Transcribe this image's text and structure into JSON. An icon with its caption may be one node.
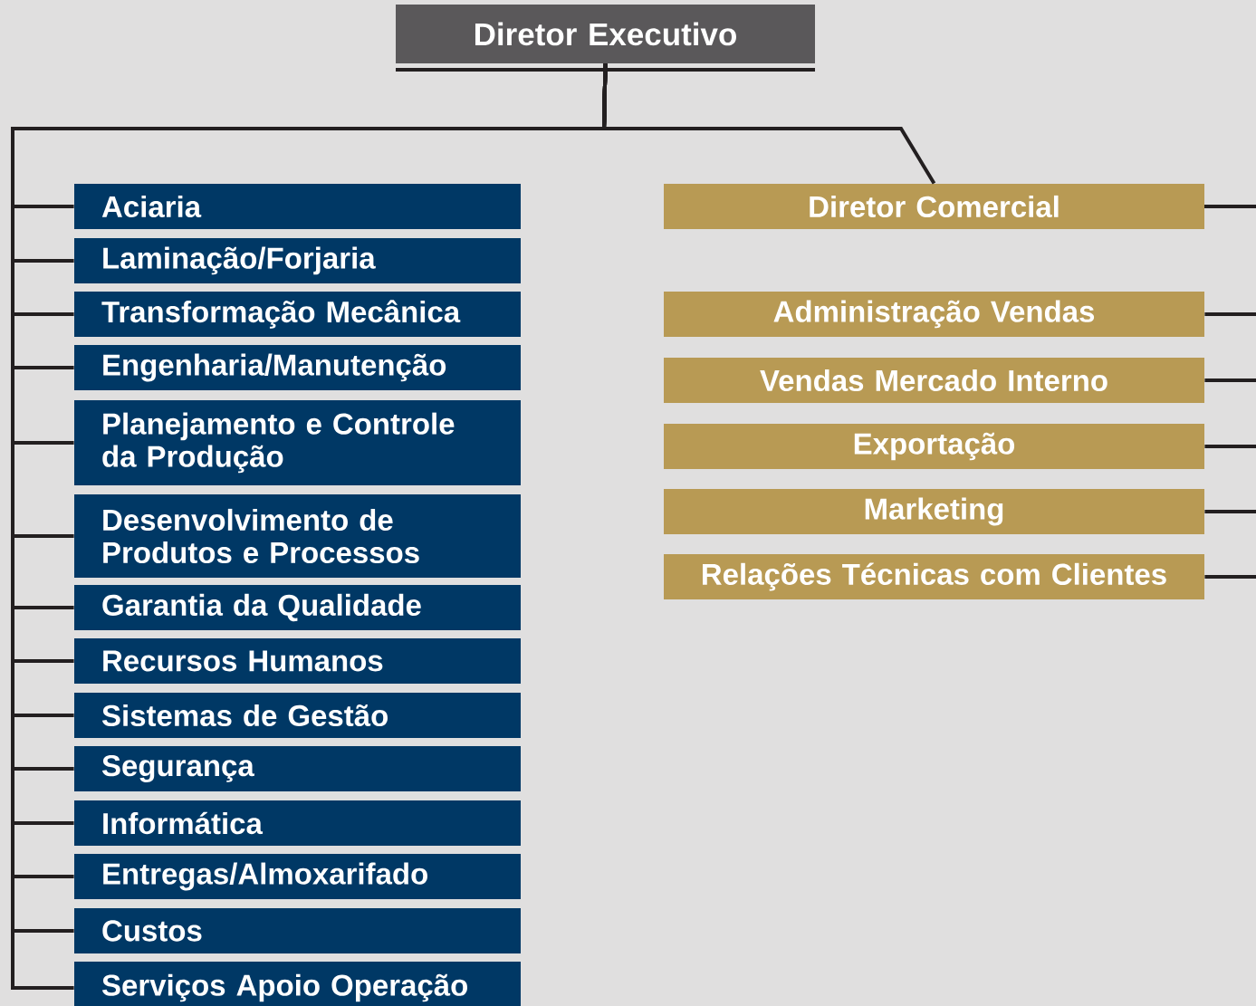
{
  "diagram": {
    "nodes": [
      {
        "text": [
          "Diretor Executivo"
        ]
      },
      {
        "text": [
          "Aciaria"
        ]
      },
      {
        "text": [
          "Laminação/Forjaria"
        ]
      },
      {
        "text": [
          "Transformação Mecânica"
        ]
      },
      {
        "text": [
          "Engenharia/Manutenção"
        ]
      },
      {
        "text": [
          "Planejamento e Controle da Produção"
        ]
      },
      {
        "text": [
          "Desenvolvimento de Produtos e Processos"
        ]
      },
      {
        "text": [
          "Garantia da Qualidade"
        ]
      },
      {
        "text": [
          "Recursos Humanos"
        ]
      },
      {
        "text": [
          "Sistemas de Gestão"
        ]
      },
      {
        "text": [
          "Segurança"
        ]
      },
      {
        "text": [
          "Informática"
        ]
      },
      {
        "text": [
          "Entregas/Almoxarifado"
        ]
      },
      {
        "text": [
          "Custos"
        ]
      },
      {
        "text": [
          "Serviços Apoio Operação"
        ]
      },
      {
        "text": [
          "Diretor Comercial"
        ]
      },
      {
        "text": [
          "Administração Vendas"
        ]
      },
      {
        "text": [
          "Vendas Mercado Interno"
        ]
      },
      {
        "text": [
          "Exportação"
        ]
      },
      {
        "text": [
          "Marketing"
        ]
      },
      {
        "text": [
          "Relações Técnicas com Clientes"
        ]
      }
    ],
    "edges": [
      {
        "from": 0,
        "to": 1,
        "arrow": "none"
      },
      {
        "from": 0,
        "to": 2,
        "arrow": "none"
      },
      {
        "from": 0,
        "to": 3,
        "arrow": "none"
      },
      {
        "from": 0,
        "to": 4,
        "arrow": "none"
      },
      {
        "from": 0,
        "to": 5,
        "arrow": "none"
      },
      {
        "from": 0,
        "to": 6,
        "arrow": "none"
      },
      {
        "from": 0,
        "to": 7,
        "arrow": "none"
      },
      {
        "from": 0,
        "to": 8,
        "arrow": "none"
      },
      {
        "from": 0,
        "to": 9,
        "arrow": "none"
      },
      {
        "from": 0,
        "to": 10,
        "arrow": "none"
      },
      {
        "from": 0,
        "to": 11,
        "arrow": "none"
      },
      {
        "from": 0,
        "to": 12,
        "arrow": "none"
      },
      {
        "from": 0,
        "to": 13,
        "arrow": "none"
      },
      {
        "from": 0,
        "to": 14,
        "arrow": "none"
      },
      {
        "from": 0,
        "to": 15,
        "arrow": "none"
      },
      {
        "from": 15,
        "to": 16,
        "arrow": "none"
      },
      {
        "from": 15,
        "to": 17,
        "arrow": "none"
      },
      {
        "from": 15,
        "to": 18,
        "arrow": "none"
      },
      {
        "from": 15,
        "to": 19,
        "arrow": "none"
      },
      {
        "from": 15,
        "to": 20,
        "arrow": "none"
      }
    ]
  }
}
